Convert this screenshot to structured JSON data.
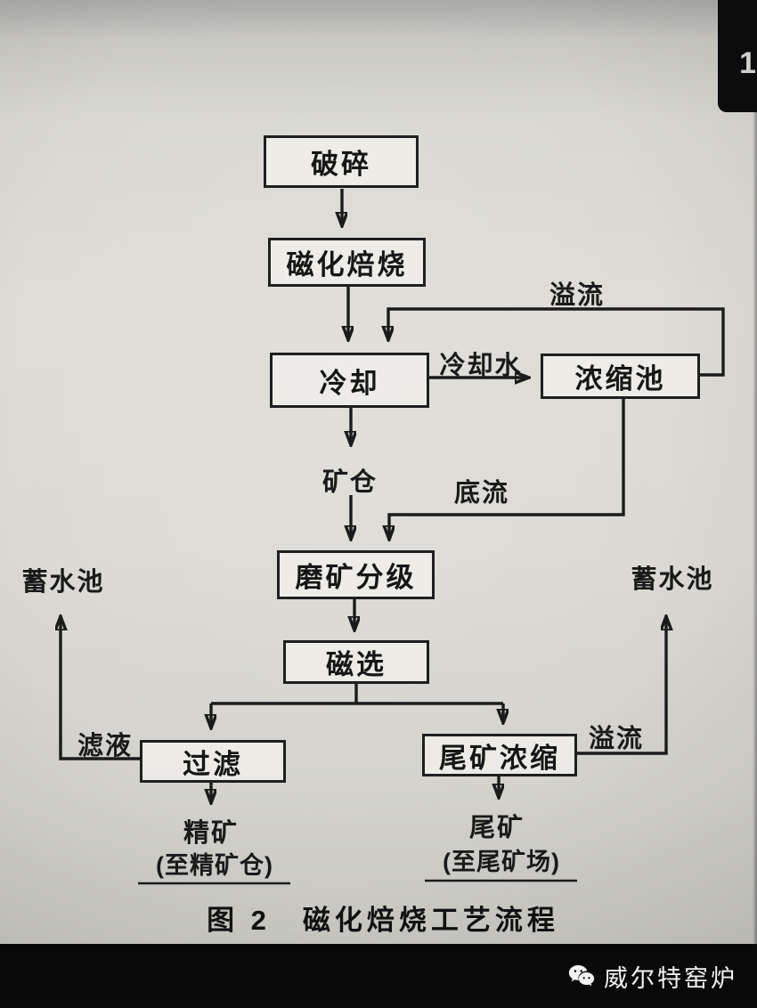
{
  "page": {
    "page_number": "1",
    "caption": "图 2　磁化焙烧工艺流程"
  },
  "nodes": {
    "crush": "破碎",
    "roast": "磁化焙烧",
    "cool": "冷却",
    "thickener": "浓缩池",
    "ore_bin": "矿仓",
    "grind": "磨矿分级",
    "magsep": "磁选",
    "filter": "过滤",
    "tailings_thickener": "尾矿浓缩"
  },
  "edge_labels": {
    "overflow_top": "溢流",
    "cooling_water": "冷却水",
    "underflow": "底流",
    "filtrate": "滤液",
    "overflow_right": "溢流"
  },
  "reservoirs": {
    "left": "蓄水池",
    "right": "蓄水池"
  },
  "outputs": {
    "concentrate": "精矿",
    "concentrate_dest": "(至精矿仓)",
    "tailings": "尾矿",
    "tailings_dest": "(至尾矿场)"
  },
  "edges": [
    {
      "from": "破碎",
      "to": "磁化焙烧"
    },
    {
      "from": "磁化焙烧",
      "to": "冷却"
    },
    {
      "from": "冷却",
      "to": "浓缩池",
      "label": "冷却水"
    },
    {
      "from": "浓缩池",
      "to": "冷却",
      "label": "溢流"
    },
    {
      "from": "冷却",
      "to": "矿仓"
    },
    {
      "from": "矿仓",
      "to": "磨矿分级"
    },
    {
      "from": "浓缩池",
      "to": "磨矿分级",
      "label": "底流"
    },
    {
      "from": "磨矿分级",
      "to": "磁选"
    },
    {
      "from": "磁选",
      "to": "过滤"
    },
    {
      "from": "磁选",
      "to": "尾矿浓缩"
    },
    {
      "from": "过滤",
      "to": "蓄水池",
      "label": "滤液"
    },
    {
      "from": "尾矿浓缩",
      "to": "蓄水池",
      "label": "溢流"
    },
    {
      "from": "过滤",
      "to": "精矿 (至精矿仓)"
    },
    {
      "from": "尾矿浓缩",
      "to": "尾矿 (至尾矿场)"
    }
  ],
  "watermark": {
    "icon": "wechat-icon",
    "text": "威尔特窑炉"
  }
}
